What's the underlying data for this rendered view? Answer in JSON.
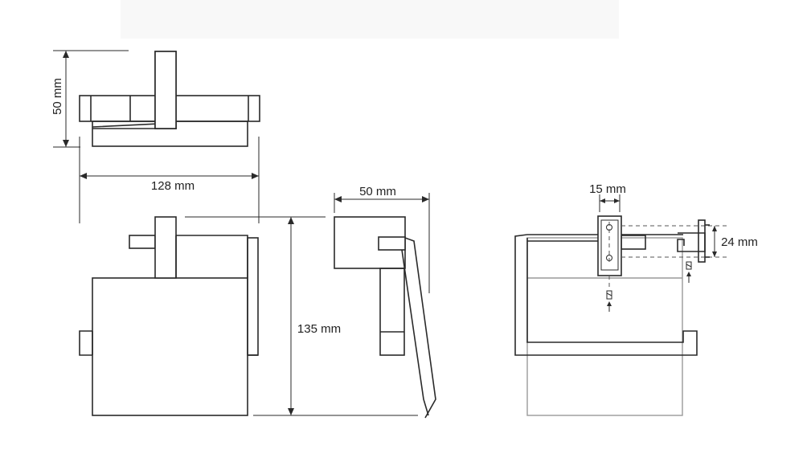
{
  "dimensions": {
    "top_height": "50 mm",
    "top_width": "128 mm",
    "front_height": "135 mm",
    "side_depth": "50 mm",
    "mount_width": "15 mm",
    "mount_height": "24 mm"
  },
  "colors": {
    "line": "#2a2a2a",
    "background": "#ffffff"
  }
}
